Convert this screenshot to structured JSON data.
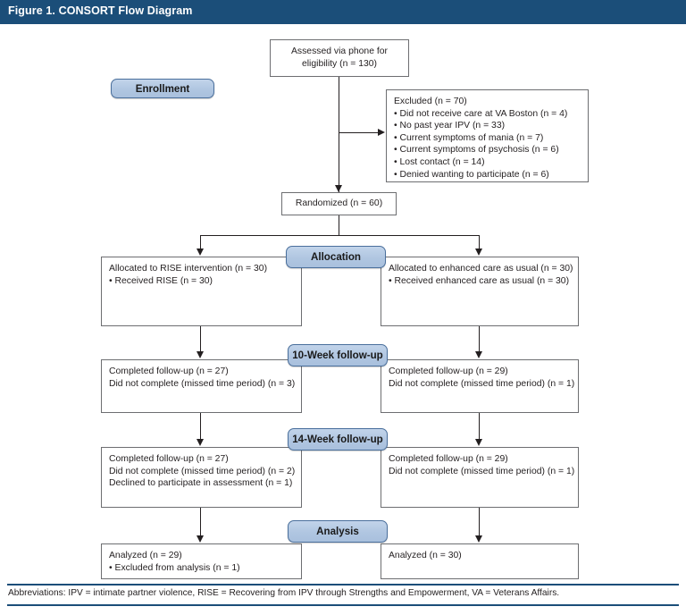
{
  "header": {
    "title": "Figure 1. CONSORT Flow Diagram",
    "background_color": "#1b4e79",
    "text_color": "#ffffff"
  },
  "theme": {
    "badge_fill": "#b4c9e3",
    "badge_border": "#4a6f9c",
    "box_border": "#6d6e71",
    "line_color": "#231f20",
    "rule_color": "#1b4e79"
  },
  "chart_data": {
    "type": "diagram",
    "title": "Figure 1. CONSORT Flow Diagram",
    "stages": [
      "Enrollment",
      "Allocation",
      "10-Week follow-up",
      "14-Week follow-up",
      "Analysis"
    ],
    "nodes": [
      {
        "id": "assessed",
        "label": "Assessed via phone for eligibility (n = 130)",
        "n": 130
      },
      {
        "id": "excluded",
        "label": "Excluded (n = 70)",
        "n": 70
      },
      {
        "id": "randomized",
        "label": "Randomized (n = 60)",
        "n": 60
      },
      {
        "id": "alloc_rise",
        "label": "Allocated to RISE intervention (n = 30)",
        "n": 30
      },
      {
        "id": "alloc_ecau",
        "label": "Allocated to enhanced care as usual (n = 30)",
        "n": 30
      },
      {
        "id": "fu10_rise",
        "label": "Completed follow-up (n = 27)",
        "n": 27
      },
      {
        "id": "fu10_ecau",
        "label": "Completed follow-up (n = 29)",
        "n": 29
      },
      {
        "id": "fu14_rise",
        "label": "Completed follow-up (n = 27)",
        "n": 27
      },
      {
        "id": "fu14_ecau",
        "label": "Completed follow-up (n = 29)",
        "n": 29
      },
      {
        "id": "analyzed_rise",
        "label": "Analyzed (n = 29)",
        "n": 29
      },
      {
        "id": "analyzed_ecau",
        "label": "Analyzed (n = 30)",
        "n": 30
      }
    ],
    "exclusion_reasons": [
      {
        "reason": "Did not receive care at VA Boston",
        "n": 4
      },
      {
        "reason": "No past year IPV",
        "n": 33
      },
      {
        "reason": "Current symptoms of mania",
        "n": 7
      },
      {
        "reason": "Current symptoms of psychosis",
        "n": 6
      },
      {
        "reason": "Lost contact",
        "n": 14
      },
      {
        "reason": "Denied wanting to participate",
        "n": 6
      }
    ]
  },
  "badges": {
    "enrollment": "Enrollment",
    "allocation": "Allocation",
    "followup10": "10-Week follow-up",
    "followup14": "14-Week follow-up",
    "analysis": "Analysis"
  },
  "boxes": {
    "assessed": {
      "line1": "Assessed via phone for",
      "line2": "eligibility (n = 130)"
    },
    "excluded": {
      "title": "Excluded (n = 70)",
      "items": [
        "• Did not receive care at VA Boston (n = 4)",
        "• No past year IPV (n = 33)",
        "• Current symptoms of mania (n = 7)",
        "• Current symptoms of psychosis (n = 6)",
        "• Lost contact (n = 14)",
        "• Denied wanting to participate (n = 6)"
      ]
    },
    "randomized": {
      "label": "Randomized (n = 60)"
    },
    "allocation_left": {
      "line1": "Allocated to RISE intervention (n = 30)",
      "line2": "• Received RISE (n = 30)"
    },
    "allocation_right": {
      "line1": "Allocated to enhanced care as usual (n = 30)",
      "line2": "• Received enhanced care as usual (n = 30)"
    },
    "followup10_left": {
      "line1": "Completed follow-up (n = 27)",
      "line2": "Did not complete (missed time period) (n = 3)"
    },
    "followup10_right": {
      "line1": "Completed follow-up (n = 29)",
      "line2": "Did not complete (missed time period) (n = 1)"
    },
    "followup14_left": {
      "line1": "Completed follow-up (n = 27)",
      "line2": "Did not complete (missed time period) (n = 2)",
      "line3": "Declined to participate in assessment (n = 1)"
    },
    "followup14_right": {
      "line1": "Completed follow-up (n = 29)",
      "line2": "Did not complete (missed time period) (n = 1)"
    },
    "analysis_left": {
      "line1": "Analyzed (n = 29)",
      "line2": "• Excluded from analysis (n = 1)"
    },
    "analysis_right": {
      "line1": "Analyzed (n = 30)"
    }
  },
  "footer": {
    "abbreviations": "Abbreviations: IPV = intimate partner violence, RISE = Recovering from IPV through Strengths and Empowerment, VA = Veterans Affairs."
  }
}
